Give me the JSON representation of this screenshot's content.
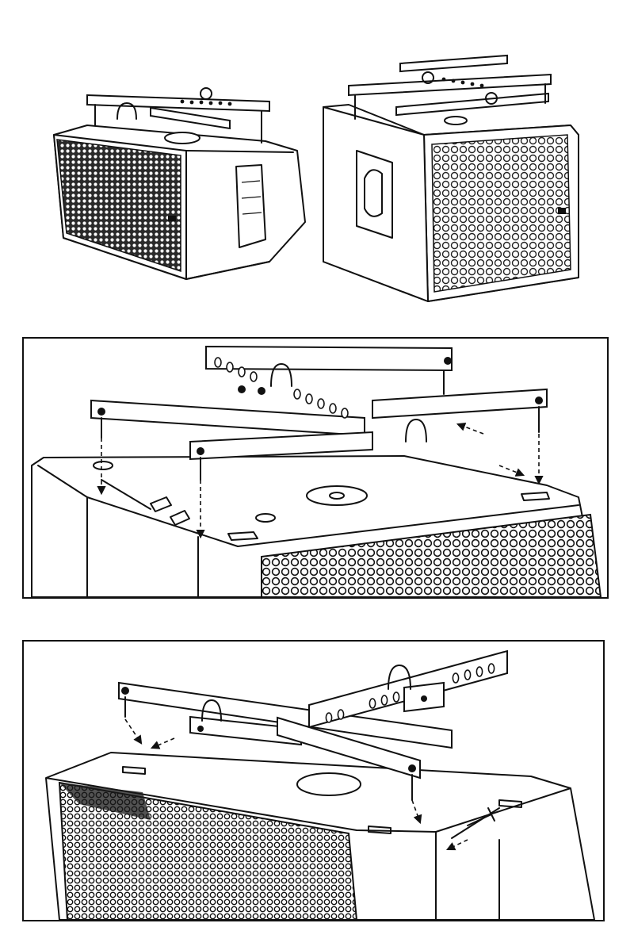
{
  "figure": {
    "panels": [
      {
        "id": "overview",
        "framed": false,
        "views": [
          "speaker-with-flybar-front-three-quarter",
          "speaker-with-flybar-side-three-quarter"
        ]
      },
      {
        "id": "detail-1",
        "framed": true,
        "subject": "flybar-mounting-onto-cabinet-top"
      },
      {
        "id": "detail-2",
        "framed": true,
        "subject": "flybar-pin-insertion-rear-brackets"
      }
    ],
    "colors": {
      "line": "#111111",
      "background": "#ffffff",
      "grille": "#222222"
    },
    "icons": [
      "shackle-icon",
      "lock-pin-icon",
      "arrow-icon"
    ]
  }
}
